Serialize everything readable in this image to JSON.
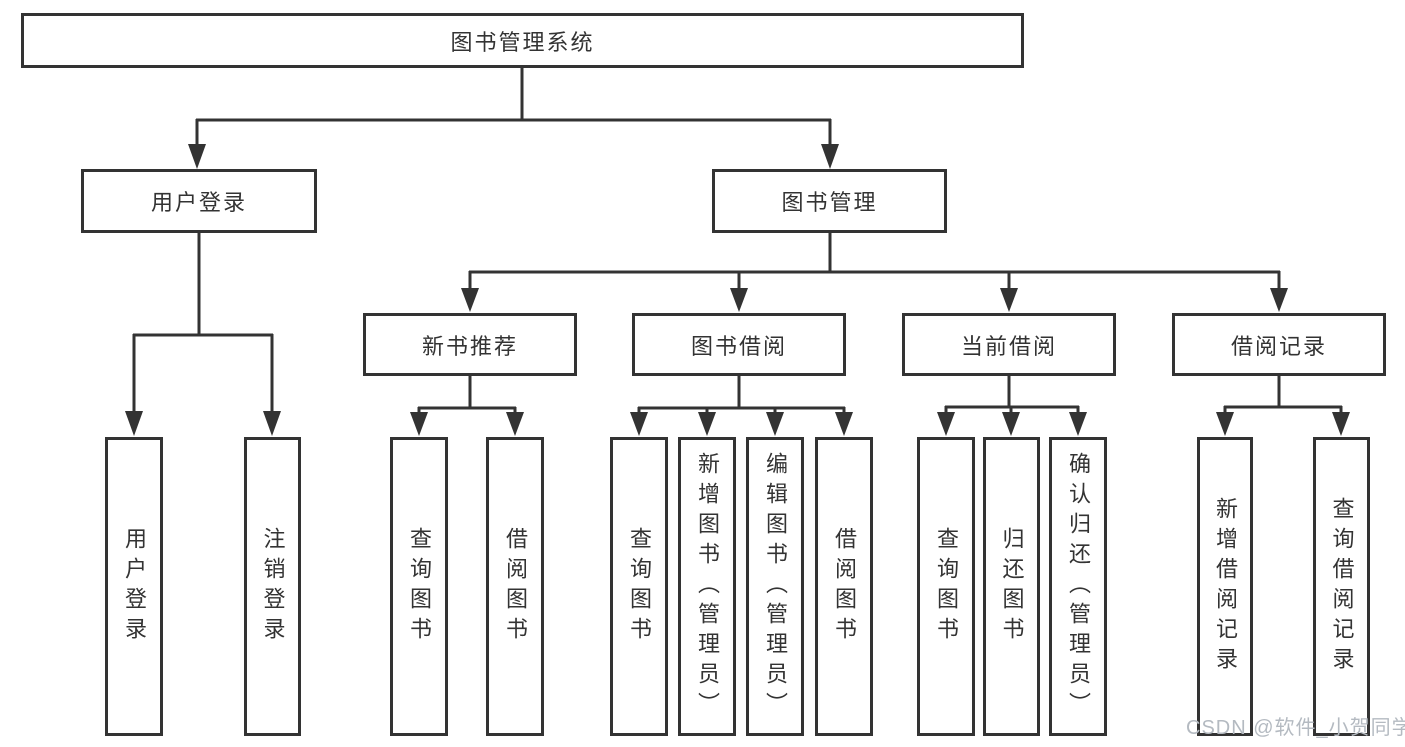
{
  "tree": {
    "root": "图书管理系统",
    "user_login": {
      "label": "用户登录",
      "children": [
        "用户登录",
        "注销登录"
      ]
    },
    "book_mgmt": {
      "label": "图书管理",
      "new_books": {
        "label": "新书推荐",
        "children": [
          "查询图书",
          "借阅图书"
        ]
      },
      "borrow": {
        "label": "图书借阅",
        "children": [
          "查询图书",
          "新增图书（管理员）",
          "编辑图书（管理员）",
          "借阅图书"
        ]
      },
      "current": {
        "label": "当前借阅",
        "children": [
          "查询图书",
          "归还图书",
          "确认归还（管理员）"
        ]
      },
      "records": {
        "label": "借阅记录",
        "children": [
          "新增借阅记录",
          "查询借阅记录"
        ]
      }
    }
  },
  "watermark": "CSDN @软件_小贺同学",
  "colors": {
    "line": "#333333",
    "text": "#333333",
    "background": "#ffffff",
    "watermark": "#b4bac1"
  }
}
